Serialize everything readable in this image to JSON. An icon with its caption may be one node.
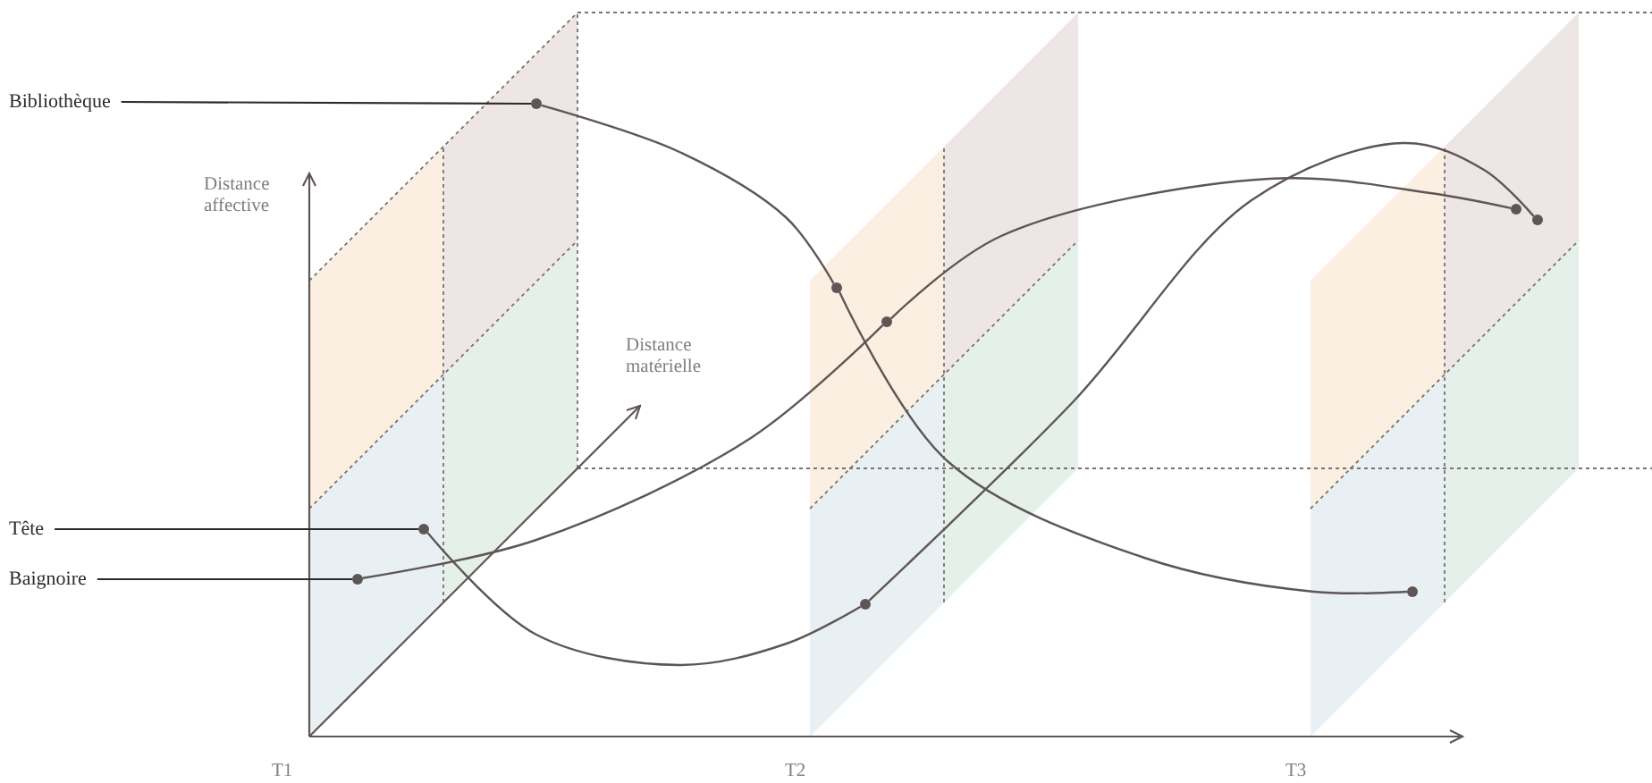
{
  "diagram": {
    "nodes": [
      {
        "text": [
          "Bibliothèque"
        ]
      },
      {
        "text": [
          "Tête"
        ]
      },
      {
        "text": [
          "Baignoire"
        ]
      },
      {
        "text": [],
        "shape": "circle"
      },
      {
        "text": [],
        "shape": "circle"
      },
      {
        "text": [],
        "shape": "circle"
      },
      {
        "text": [],
        "shape": "circle"
      },
      {
        "text": [],
        "shape": "circle"
      },
      {
        "text": [],
        "shape": "circle"
      },
      {
        "text": [],
        "shape": "circle"
      },
      {
        "text": [],
        "shape": "circle"
      },
      {
        "text": [],
        "shape": "circle"
      }
    ],
    "edges": [
      {
        "from": 0,
        "to": 3,
        "arrow": "none"
      },
      {
        "from": 1,
        "to": 6,
        "arrow": "none"
      },
      {
        "from": 2,
        "to": 9,
        "arrow": "none"
      },
      {
        "from": 3,
        "to": 4,
        "arrow": "none"
      },
      {
        "from": 4,
        "to": 5,
        "arrow": "none"
      },
      {
        "from": 6,
        "to": 7,
        "arrow": "none"
      },
      {
        "from": 7,
        "to": 8,
        "arrow": "none"
      },
      {
        "from": 9,
        "to": 10,
        "arrow": "none"
      },
      {
        "from": 10,
        "to": 11,
        "arrow": "none"
      }
    ],
    "labels": [
      "Distance affective",
      "Distance matérielle",
      "T1",
      "T2",
      "T3"
    ]
  }
}
